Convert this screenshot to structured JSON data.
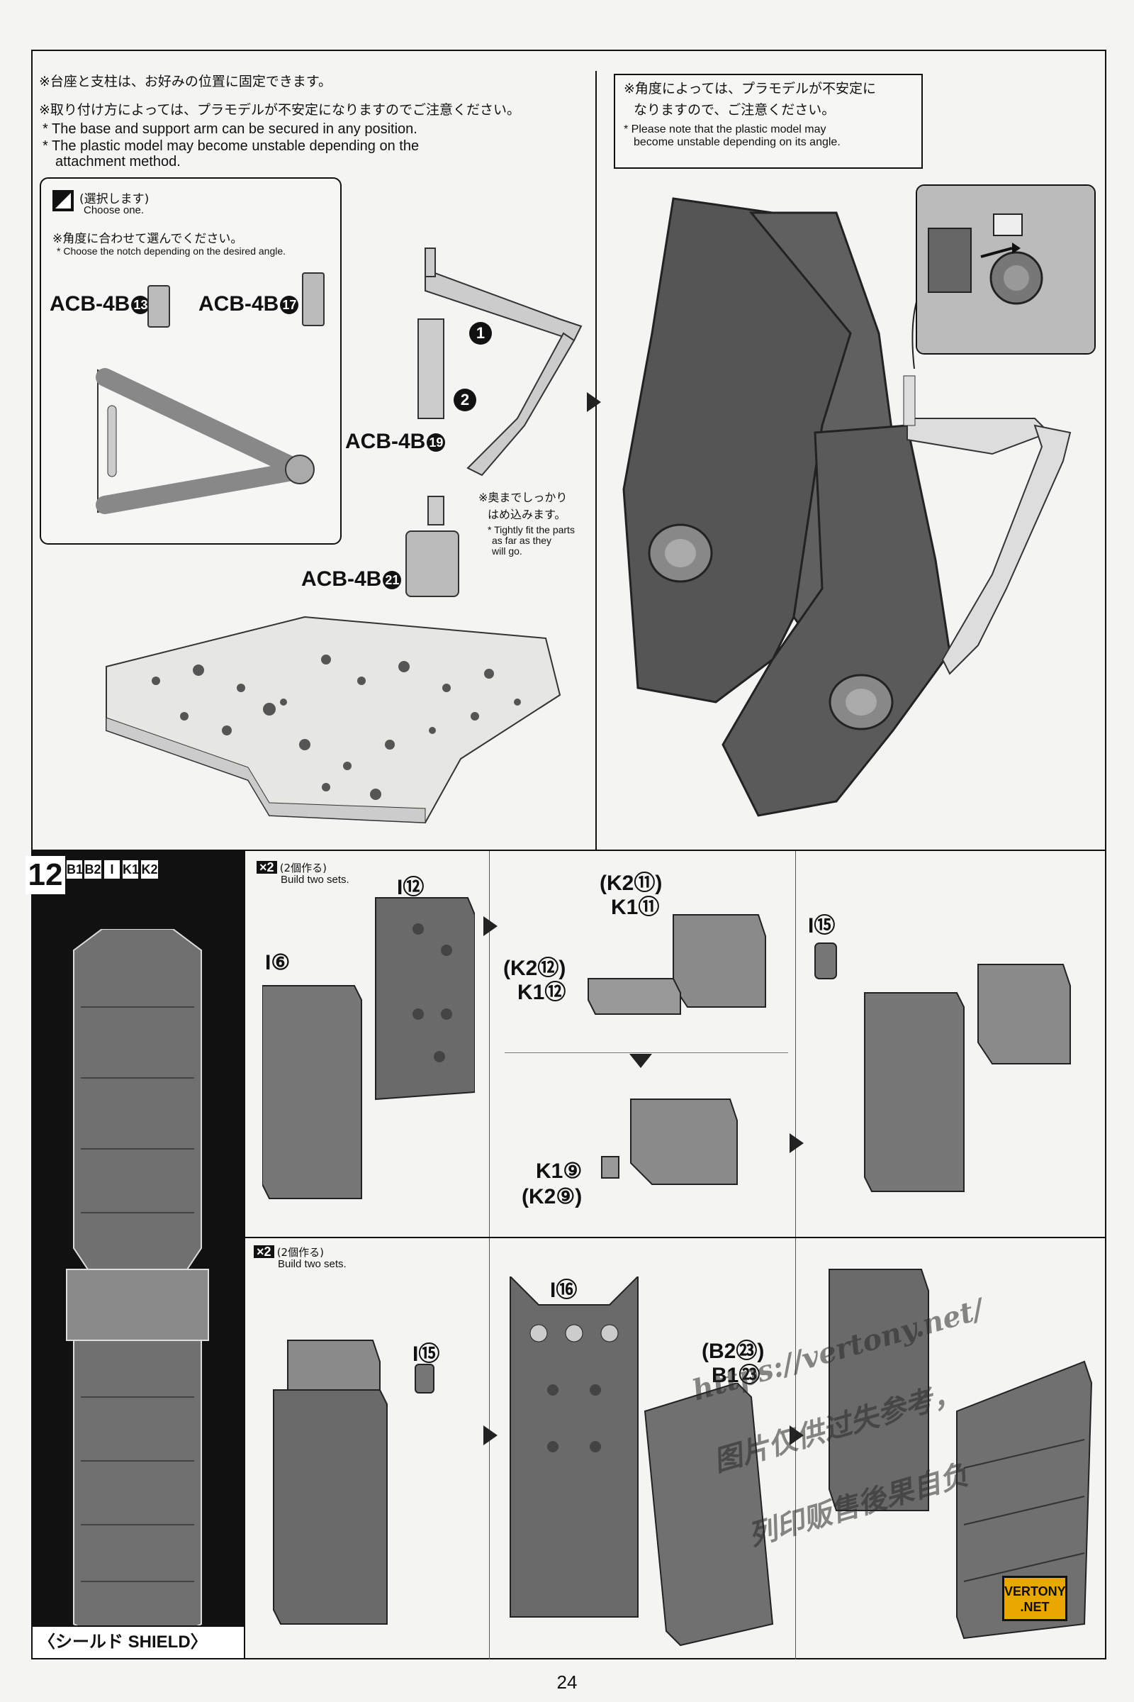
{
  "top_left": {
    "note1_jp": "※台座と支柱は、お好みの位置に固定できます。",
    "note2_jp": "※取り付け方によっては、プラモデルが不安定になりますのでご注意ください。",
    "note1_en": "* The base and support arm can be secured in any position.",
    "note2_en": "* The plastic model may become unstable depending on the",
    "note2_en_cont": "attachment method.",
    "choose_jp": "(選択します)",
    "choose_en": "Choose one.",
    "notch_jp": "※角度に合わせて選んでください。",
    "notch_en": "* Choose the notch depending on the desired angle.",
    "part_a": "ACB-4B",
    "part_a_num": "13",
    "part_b": "ACB-4B",
    "part_b_num": "17",
    "part_c": "ACB-4B",
    "part_c_num": "19",
    "part_d": "ACB-4B",
    "part_d_num": "21",
    "step1": "1",
    "step2": "2",
    "fit_jp1": "※奥までしっかり",
    "fit_jp2": "はめ込みます。",
    "fit_en1": "* Tightly fit the parts",
    "fit_en2": "as far as they",
    "fit_en3": "will go."
  },
  "top_right": {
    "warn_jp1": "※角度によっては、プラモデルが不安定に",
    "warn_jp2": "なりますので、ご注意ください。",
    "warn_en1": "* Please note that the plastic model may",
    "warn_en2": "become unstable depending on its angle."
  },
  "step12": {
    "number": "12",
    "parts": [
      "B1",
      "B2",
      "I",
      "K1",
      "K2"
    ],
    "caption": "〈シールド SHIELD〉",
    "sets_jp": "(2個作る)",
    "sets_en": "Build two sets.",
    "sets_x": "×2",
    "labels": {
      "i12": "I⑫",
      "i6": "I⑥",
      "k2_11": "(K2⑪)",
      "k1_11": "K1⑪",
      "k2_12": "(K2⑫)",
      "k1_12": "K1⑫",
      "k1_9": "K1⑨",
      "k2_9": "(K2⑨)",
      "i15_a": "I⑮",
      "i15_b": "I⑮",
      "i16": "I⑯",
      "b2_23": "(B2㉓)",
      "b1_23": "B1㉓"
    }
  },
  "watermark": {
    "line1": "https://vertony.net/",
    "line2": "图片仅供过失参考，",
    "line3": "列印贩售後果自负",
    "logo1": "VERTONY",
    "logo2": ".NET"
  },
  "page_number": "24"
}
